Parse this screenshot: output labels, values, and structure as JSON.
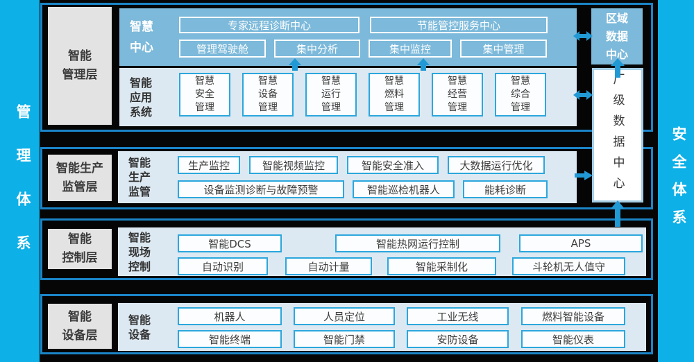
{
  "colors": {
    "background": "#060606",
    "side_strip_cyan": "#0db0e7",
    "layer_border_blue": "#1b85c8",
    "panel_blue": "#7cb9da",
    "panel_light": "#dde9f2",
    "box_border_cyan": "#2ba7dd",
    "grey_label_box": "#e3e3e3",
    "arrow_blue": "#2199d4",
    "text_dark": "#3e3e3e"
  },
  "sides": {
    "left": "管理体系",
    "right": "安全体系"
  },
  "data_centers": {
    "regional_lines": [
      "区域",
      "数据",
      "中心"
    ],
    "plant_label": "厂级数据中心"
  },
  "layers": [
    {
      "title_lines": [
        "智能",
        "管理层"
      ],
      "smart_center": {
        "label_lines": [
          "智慧",
          "中心"
        ],
        "row1": [
          "专家远程诊断中心",
          "节能管控服务中心"
        ],
        "row2": [
          "管理驾驶舱",
          "集中分析",
          "集中监控",
          "集中管理"
        ]
      },
      "app_system": {
        "label_lines": [
          "智能",
          "应用",
          "系统"
        ],
        "boxes": [
          [
            "智慧",
            "安全",
            "管理"
          ],
          [
            "智慧",
            "设备",
            "管理"
          ],
          [
            "智慧",
            "运行",
            "管理"
          ],
          [
            "智慧",
            "燃料",
            "管理"
          ],
          [
            "智慧",
            "经营",
            "管理"
          ],
          [
            "智慧",
            "综合",
            "管理"
          ]
        ]
      }
    },
    {
      "title_lines": [
        "智能生产",
        "监管层"
      ],
      "label_lines": [
        "智能",
        "生产",
        "监管"
      ],
      "row1": [
        "生产监控",
        "智能视频监控",
        "智能安全准入",
        "大数据运行优化"
      ],
      "row2": [
        "设备监测诊断与故障预警",
        "智能巡检机器人",
        "能耗诊断"
      ]
    },
    {
      "title_lines": [
        "智能",
        "控制层"
      ],
      "label_lines": [
        "智能",
        "现场",
        "控制"
      ],
      "row1": [
        "智能DCS",
        "智能热网运行控制",
        "APS"
      ],
      "row2": [
        "自动识别",
        "自动计量",
        "智能采制化",
        "斗轮机无人值守"
      ]
    },
    {
      "title_lines": [
        "智能",
        "设备层"
      ],
      "label_lines": [
        "智能",
        "设备"
      ],
      "row1": [
        "机器人",
        "人员定位",
        "工业无线",
        "燃料智能设备"
      ],
      "row2": [
        "智能终端",
        "智能门禁",
        "安防设备",
        "智能仪表"
      ]
    }
  ]
}
